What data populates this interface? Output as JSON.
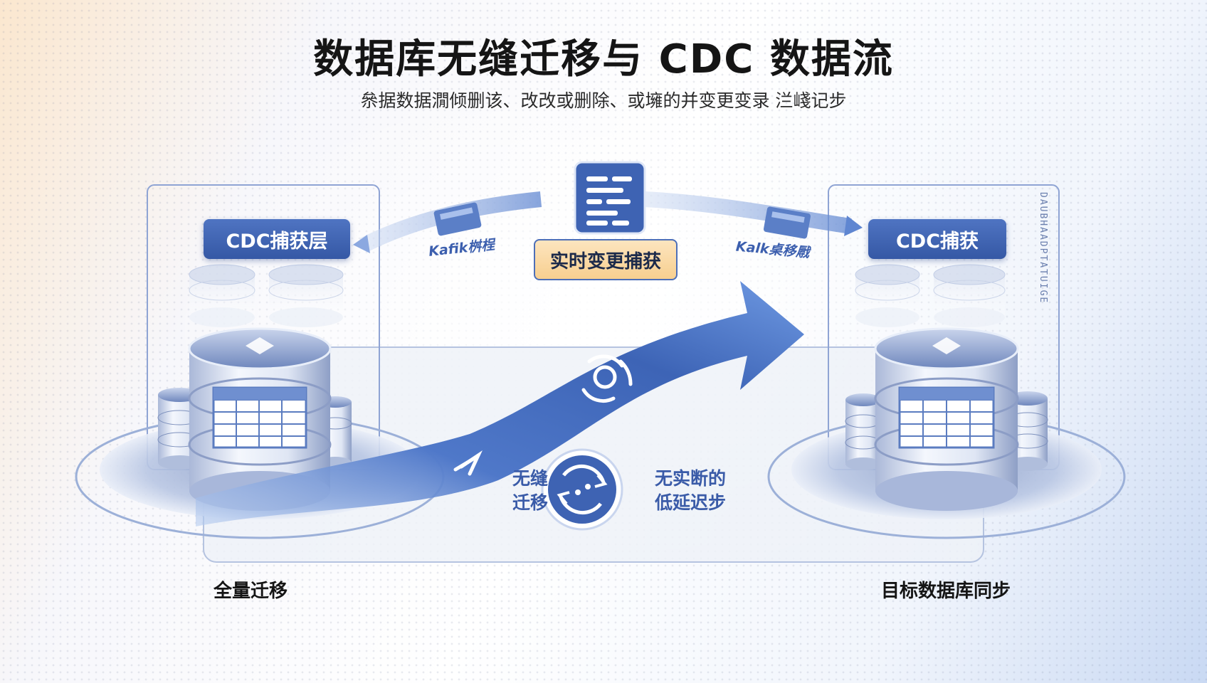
{
  "title": "数据库无缝迁移与 CDC 数据流",
  "subtitle": "㕘据数据㵎倾删该、改改或删除、或㙲的并变更变录 㳕㟞记步",
  "left": {
    "layer_label": "CDC捕获层",
    "bottom_label": "全量迁移"
  },
  "right": {
    "layer_label": "CDC捕获",
    "bottom_label": "目标数据库同步",
    "vertical_text": "DAUBHAADPTATUIGE"
  },
  "center": {
    "realtime_label": "实时变更捕获",
    "kafka_left": "Kafik桝桯",
    "kafka_right": "Kalk桌移㦺"
  },
  "features": {
    "left_line1": "无缝",
    "left_line2": "迁移",
    "right_line1": "无实断的",
    "right_line2": "低延迟步"
  },
  "colors": {
    "accent": "#3558a5",
    "highlight": "#f7cf8f",
    "arrow": "#4e78c8"
  },
  "icons": {
    "center_top": "data-stream-icon",
    "center_bottom": "sync-cycle-icon",
    "arrow_center": "signal-icon"
  }
}
